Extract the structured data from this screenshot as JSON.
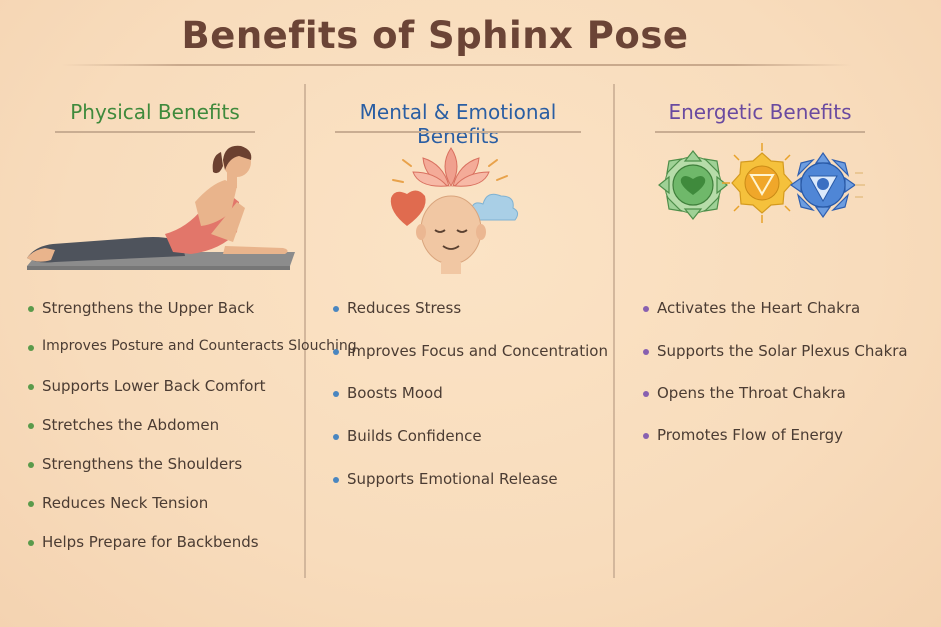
{
  "title": "Benefits of Sphinx Pose",
  "columns": [
    {
      "heading": "Physical Benefits",
      "heading_color": "#3f8a3c",
      "bullet_color": "#5a9a4b",
      "items": [
        "Strengthens the Upper Back",
        "Improves Posture and Counteracts Slouching",
        "Supports Lower Back Comfort",
        "Stretches the Abdomen",
        "Strengthens the Shoulders",
        "Reduces Neck Tension",
        "Helps Prepare for Backbends"
      ]
    },
    {
      "heading": "Mental & Emotional Benefits",
      "heading_color": "#2a5ea3",
      "bullet_color": "#4a86c0",
      "items": [
        "Reduces Stress",
        "Improves Focus and Concentration",
        "Boosts Mood",
        "Builds Confidence",
        "Supports Emotional Release"
      ]
    },
    {
      "heading": "Energetic Benefits",
      "heading_color": "#6a4aa0",
      "bullet_color": "#8860b0",
      "items": [
        "Activates the Heart Chakra",
        "Supports the Solar Plexus Chakra",
        "Opens the Throat Chakra",
        "Promotes Flow of Energy"
      ]
    }
  ],
  "icons": {
    "physical": "sphinx-pose-woman-illustration",
    "mental": "calm-head-with-lotus-heart-cloud",
    "energetic": "heart-solar-plexus-throat-chakras"
  }
}
